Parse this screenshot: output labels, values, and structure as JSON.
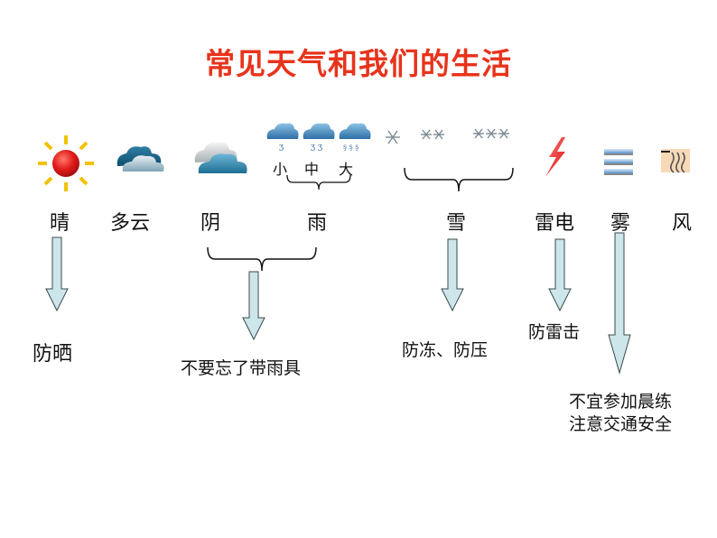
{
  "title": "常见天气和我们的生活",
  "weather": [
    {
      "label": "晴",
      "icon": "sun-icon"
    },
    {
      "label": "多云",
      "icon": "partly-cloudy-icon"
    },
    {
      "label": "阴",
      "icon": "overcast-icon"
    },
    {
      "label": "雨",
      "icon": "rain-icon",
      "sub_levels": [
        "小",
        "中",
        "大"
      ]
    },
    {
      "label": "雪",
      "icon": "snow-icon"
    },
    {
      "label": "雷电",
      "icon": "lightning-icon"
    },
    {
      "label": "雾",
      "icon": "fog-icon"
    },
    {
      "label": "风",
      "icon": "wind-icon"
    }
  ],
  "advice": {
    "sunny": "防晒",
    "rain": "不要忘了带雨具",
    "snow": "防冻、防压",
    "thunder": "防雷击",
    "fog_line1": "不宜参加晨练",
    "fog_line2": "注意交通安全"
  },
  "colors": {
    "title": "#e8331c",
    "arrow_fill": "#cde6ea",
    "arrow_stroke": "#3a4a4e",
    "sun": "#e01a1a",
    "sun_rays": "#f2c200",
    "cloud": "#3f88b8"
  }
}
